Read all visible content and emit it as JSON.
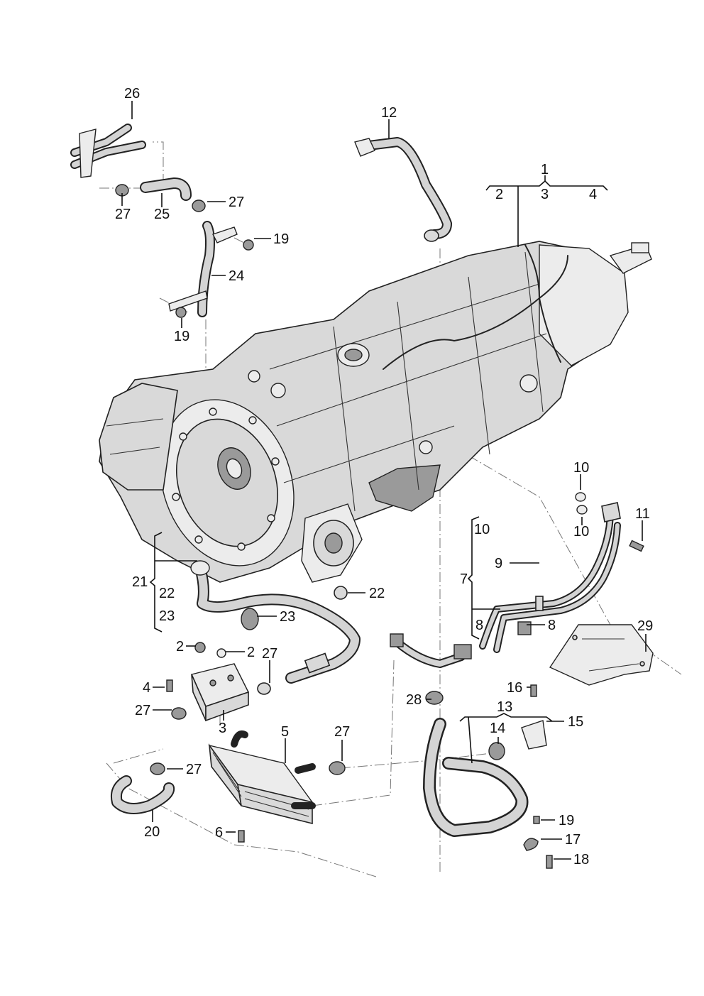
{
  "labels": {
    "l1": "1",
    "l2": "2",
    "l3": "3",
    "l4": "4",
    "l12": "12",
    "l26": "26",
    "l27a": "27",
    "l25": "25",
    "l27b": "27",
    "l19a": "19",
    "l24": "24",
    "l19b": "19",
    "l10a": "10",
    "l10b": "10",
    "l11": "11",
    "l10c": "10",
    "l9": "9",
    "l7": "7",
    "l8a": "8",
    "l8b": "8",
    "l21": "21",
    "l22a": "22",
    "l23a": "23",
    "l22b": "22",
    "l23b": "23",
    "l29": "29",
    "l2a": "2",
    "l2b": "2",
    "l27c": "27",
    "l4b": "4",
    "l27d": "27",
    "l3b": "3",
    "l28": "28",
    "l16": "16",
    "l13": "13",
    "l14": "14",
    "l15": "15",
    "l5": "5",
    "l27e": "27",
    "l27f": "27",
    "l20": "20",
    "l6": "6",
    "l19c": "19",
    "l17": "17",
    "l18": "18"
  }
}
